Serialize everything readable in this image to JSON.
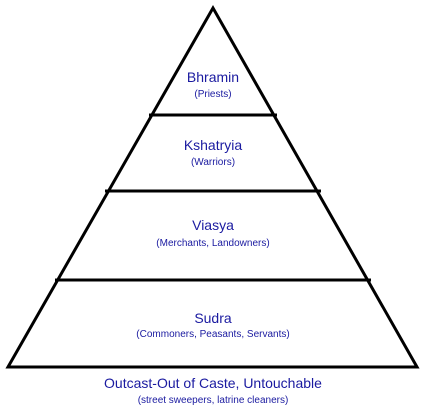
{
  "pyramid": {
    "line_color": "#000000",
    "text_color": "#1a1aa0",
    "tiers": [
      {
        "name": "Bhramin",
        "subtitle": "(Priests)"
      },
      {
        "name": "Kshatryia",
        "subtitle": "(Warriors)"
      },
      {
        "name": "Viasya",
        "subtitle": "(Merchants, Landowners)"
      },
      {
        "name": "Sudra",
        "subtitle": "(Commoners, Peasants, Servants)"
      }
    ],
    "base": {
      "name": "Outcast-Out of Caste, Untouchable",
      "subtitle": "(street sweepers, latrine cleaners)"
    }
  }
}
